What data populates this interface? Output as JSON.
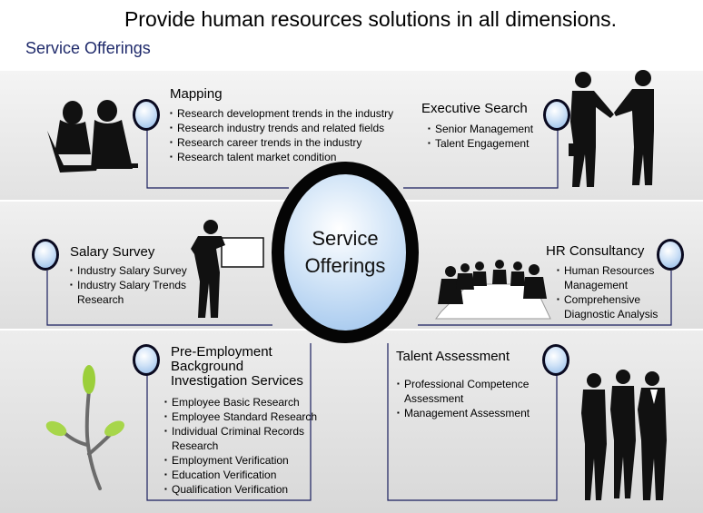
{
  "page": {
    "title": "Provide human resources solutions in all dimensions.",
    "subtitle": "Service Offerings"
  },
  "center": {
    "line1": "Service",
    "line2": "Offerings"
  },
  "sections": {
    "mapping": {
      "heading": "Mapping",
      "items": [
        "Research development trends in the industry",
        "Research industry trends and related fields",
        "Research career trends in the industry",
        "Research talent market condition"
      ]
    },
    "executive_search": {
      "heading": "Executive Search",
      "items": [
        "Senior Management",
        "Talent Engagement"
      ]
    },
    "salary_survey": {
      "heading": "Salary Survey",
      "items": [
        "Industry Salary Survey",
        "Industry Salary Trends Research"
      ]
    },
    "hr_consultancy": {
      "heading": "HR Consultancy",
      "items": [
        "Human Resources Management",
        "Comprehensive Diagnostic Analysis"
      ]
    },
    "pre_employment": {
      "heading": "Pre-Employment Background Investigation Services",
      "items": [
        "Employee Basic Research",
        "Employee Standard Research",
        "Individual Criminal Records Research",
        "Employment Verification",
        "Education Verification",
        "Qualification Verification"
      ]
    },
    "talent_assessment": {
      "heading": "Talent Assessment",
      "items": [
        "Professional Competence Assessment",
        "Management Assessment"
      ]
    }
  },
  "illustrations": [
    "women-at-laptop-silhouette",
    "handshake-silhouette",
    "presenter-silhouette",
    "meeting-table-silhouette",
    "sprout-icon",
    "business-team-silhouette"
  ],
  "colors": {
    "node_fill": "#8db7e6",
    "line": "#1a1f5e",
    "subtitle": "#1f2a6b"
  }
}
